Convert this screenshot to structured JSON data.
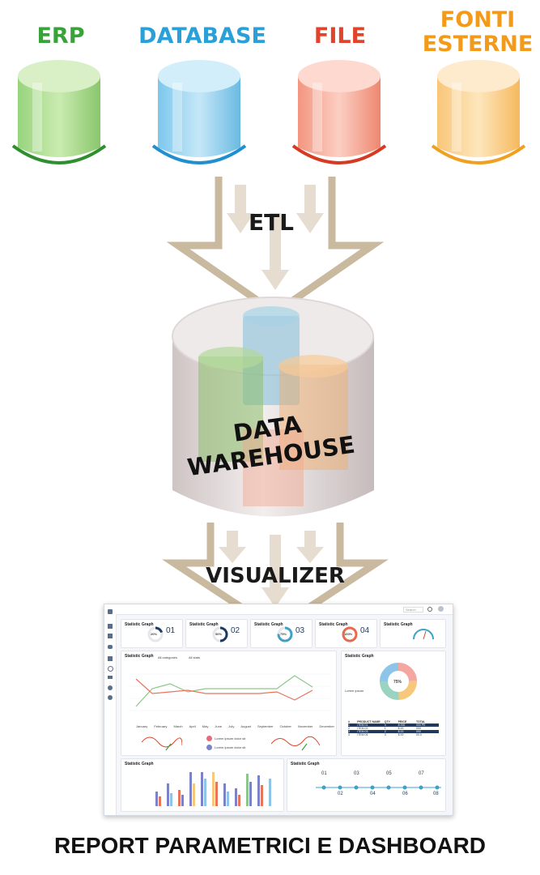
{
  "sources": [
    {
      "label_lines": [
        "ERP"
      ],
      "color": "#3aa23a"
    },
    {
      "label_lines": [
        "DATABASE"
      ],
      "color": "#2a9fd8"
    },
    {
      "label_lines": [
        "FILE"
      ],
      "color": "#e0452b"
    },
    {
      "label_lines": [
        "FONTI",
        "ESTERNE"
      ],
      "color": "#f39a1a"
    }
  ],
  "etl_label": "ETL",
  "warehouse_label": [
    "DATA",
    "WAREHOUSE"
  ],
  "visualizer_label": "VISUALIZER",
  "footer_label": "REPORT PARAMETRICI E DASHBOARD",
  "arrow_color": "#c8b99f",
  "dashboard": {
    "kpis": [
      {
        "title": "Statistic Graph",
        "percent": "20%",
        "number": "01"
      },
      {
        "title": "Statistic Graph",
        "percent": "50%",
        "number": "02"
      },
      {
        "title": "Statistic Graph",
        "percent": "75%",
        "number": "03"
      },
      {
        "title": "Statistic Graph",
        "percent": "100%",
        "number": "04"
      },
      {
        "title": "Statistic Graph",
        "percent": "",
        "number": ""
      }
    ],
    "search_placeholder": "Search",
    "line_chart": {
      "title": "Statistic Graph",
      "filter_1": "All categories",
      "filter_2": "All stats",
      "months": [
        "January",
        "February",
        "March",
        "April",
        "May",
        "June",
        "July",
        "August",
        "September",
        "October",
        "November",
        "December"
      ],
      "legend": [
        "Lorem ipsum dolor sit",
        "Lorem ipsum dolor sit"
      ]
    },
    "donut": {
      "title": "Statistic Graph",
      "center": "75%",
      "legend_title": "Lorem ipsum"
    },
    "table": {
      "headers": [
        "#",
        "PRODUCT NAME",
        "QTY",
        "PRICE",
        "TOTAL"
      ],
      "rows": [
        [
          "1",
          "ITEM 01",
          "3",
          "$ 000",
          "000 PE"
        ],
        [
          "2",
          "ITEM 02",
          "1",
          "$ 00",
          "000"
        ],
        [
          "3",
          "ITEM 03",
          "2",
          "$ 00",
          "000"
        ],
        [
          "4",
          "ITEM 04",
          "3",
          "$ 00",
          "00,0"
        ]
      ]
    },
    "bar_chart": {
      "title": "Statistic Graph"
    },
    "timeline": {
      "title": "Statistic Graph",
      "steps": [
        "01",
        "02",
        "03",
        "04",
        "05",
        "06",
        "07",
        "08"
      ]
    }
  }
}
